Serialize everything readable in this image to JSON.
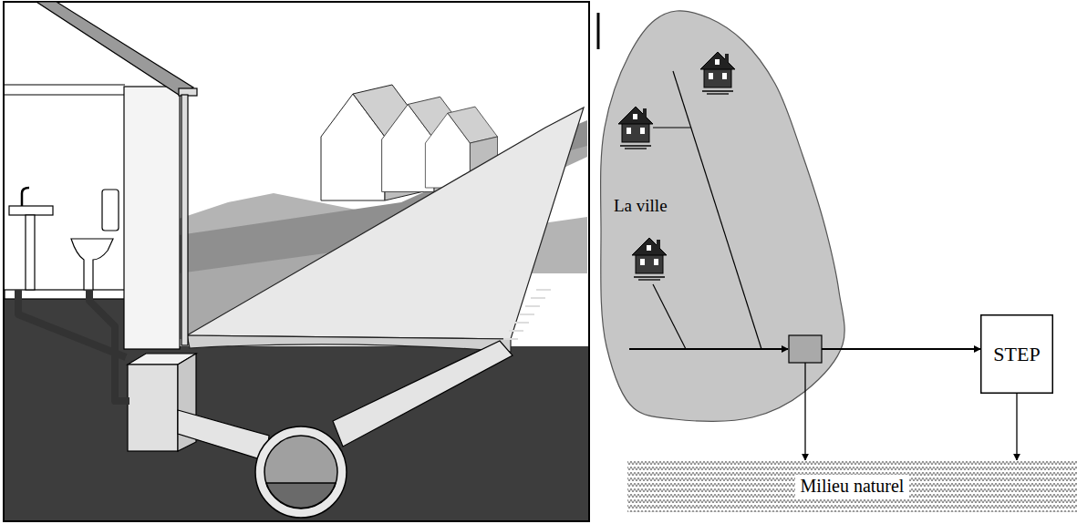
{
  "diagram": {
    "nodes": [
      {
        "text": [
          "La ville"
        ]
      },
      {
        "text": [
          "STEP"
        ]
      },
      {
        "text": [
          "Milieu naturel"
        ]
      }
    ],
    "edges": [
      {
        "from": 0,
        "to": 1,
        "arrow": "to"
      },
      {
        "from": 0,
        "to": 2,
        "arrow": "to"
      },
      {
        "from": 1,
        "to": 2,
        "arrow": "to"
      }
    ]
  }
}
